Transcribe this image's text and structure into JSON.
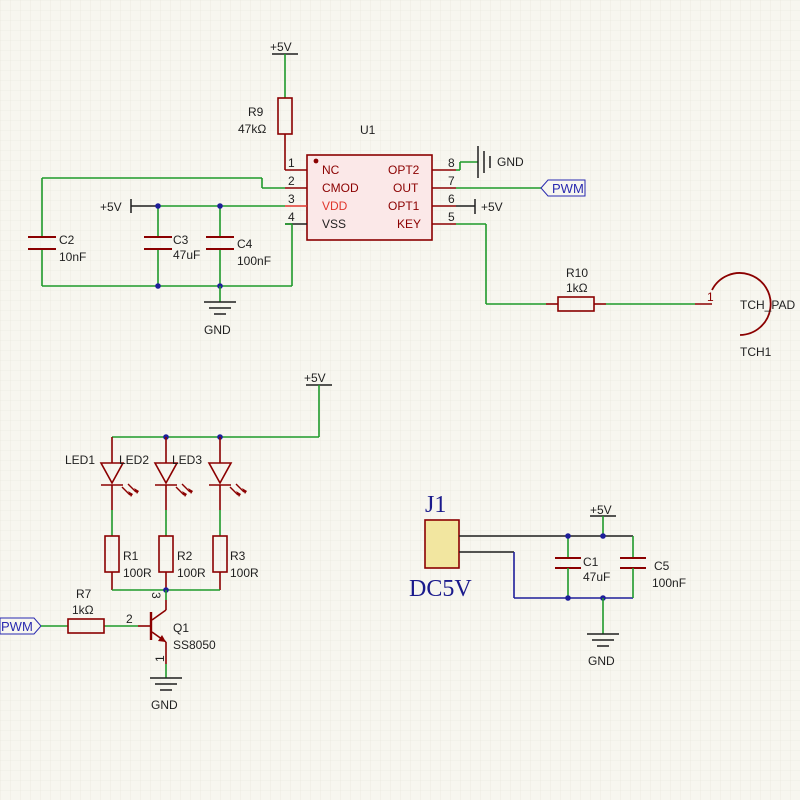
{
  "colors": {
    "background": "#f7f6ef",
    "wire_green": "#1f9a2a",
    "wire_blue": "#1e1e9a",
    "component": "#8b0000",
    "junction": "#1e1e9a",
    "power": "#1f1f1f",
    "ic_fill": "#fbe8e8",
    "connector_fill": "#f2e6a0"
  },
  "u1": {
    "ref": "U1",
    "pins_left": [
      {
        "num": "1",
        "name": "NC"
      },
      {
        "num": "2",
        "name": "CMOD"
      },
      {
        "num": "3",
        "name": "VDD"
      },
      {
        "num": "4",
        "name": "VSS"
      }
    ],
    "pins_right": [
      {
        "num": "8",
        "name": "OPT2"
      },
      {
        "num": "7",
        "name": "OUT"
      },
      {
        "num": "6",
        "name": "OPT1"
      },
      {
        "num": "5",
        "name": "KEY"
      }
    ]
  },
  "r9": {
    "ref": "R9",
    "value": "47kΩ"
  },
  "r10": {
    "ref": "R10",
    "value": "1kΩ"
  },
  "c2": {
    "ref": "C2",
    "value": "10nF"
  },
  "c3": {
    "ref": "C3",
    "value": "47uF"
  },
  "c4": {
    "ref": "C4",
    "value": "100nF"
  },
  "tch1": {
    "ref": "TCH1",
    "pad_name": "TCH_PAD",
    "pin": "1"
  },
  "leds": [
    {
      "ref": "LED1"
    },
    {
      "ref": "LED2"
    },
    {
      "ref": "LED3"
    }
  ],
  "led_resistors": [
    {
      "ref": "R1",
      "value": "100R"
    },
    {
      "ref": "R2",
      "value": "100R"
    },
    {
      "ref": "R3",
      "value": "100R"
    }
  ],
  "r7": {
    "ref": "R7",
    "value": "1kΩ"
  },
  "q1": {
    "ref": "Q1",
    "value": "SS8050",
    "pin_base": "2",
    "pin_collector": "3",
    "pin_emitter": "1"
  },
  "j1": {
    "ref": "J1",
    "value": "DC5V"
  },
  "c1": {
    "ref": "C1",
    "value": "47uF"
  },
  "c5": {
    "ref": "C5",
    "value": "100nF"
  },
  "nets": {
    "vcc": "+5V",
    "gnd": "GND",
    "pwm": "PWM"
  }
}
